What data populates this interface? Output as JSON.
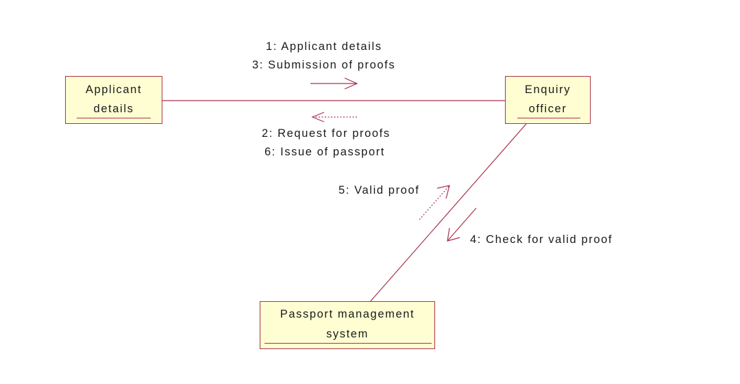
{
  "diagram_type": "collaboration",
  "colors": {
    "object_fill": "#fefed2",
    "object_border": "#a8324b",
    "link_line": "#a8324b",
    "text": "#1a1a1a"
  },
  "objects": {
    "applicant": {
      "line1": "Applicant",
      "line2": "details"
    },
    "enquiry": {
      "line1": "Enquiry",
      "line2": "officer"
    },
    "passport": {
      "line1": "Passport management",
      "line2": "system"
    }
  },
  "messages": {
    "m1": "1: Applicant details",
    "m3": "3: Submission of proofs",
    "m2": "2: Request for proofs",
    "m6": "6: Issue of passport",
    "m5": "5: Valid proof",
    "m4": "4: Check for valid proof"
  },
  "arrow_styles": {
    "m1_m3": "solid",
    "m2_m6": "dotted",
    "m5": "dotted",
    "m4": "solid"
  }
}
